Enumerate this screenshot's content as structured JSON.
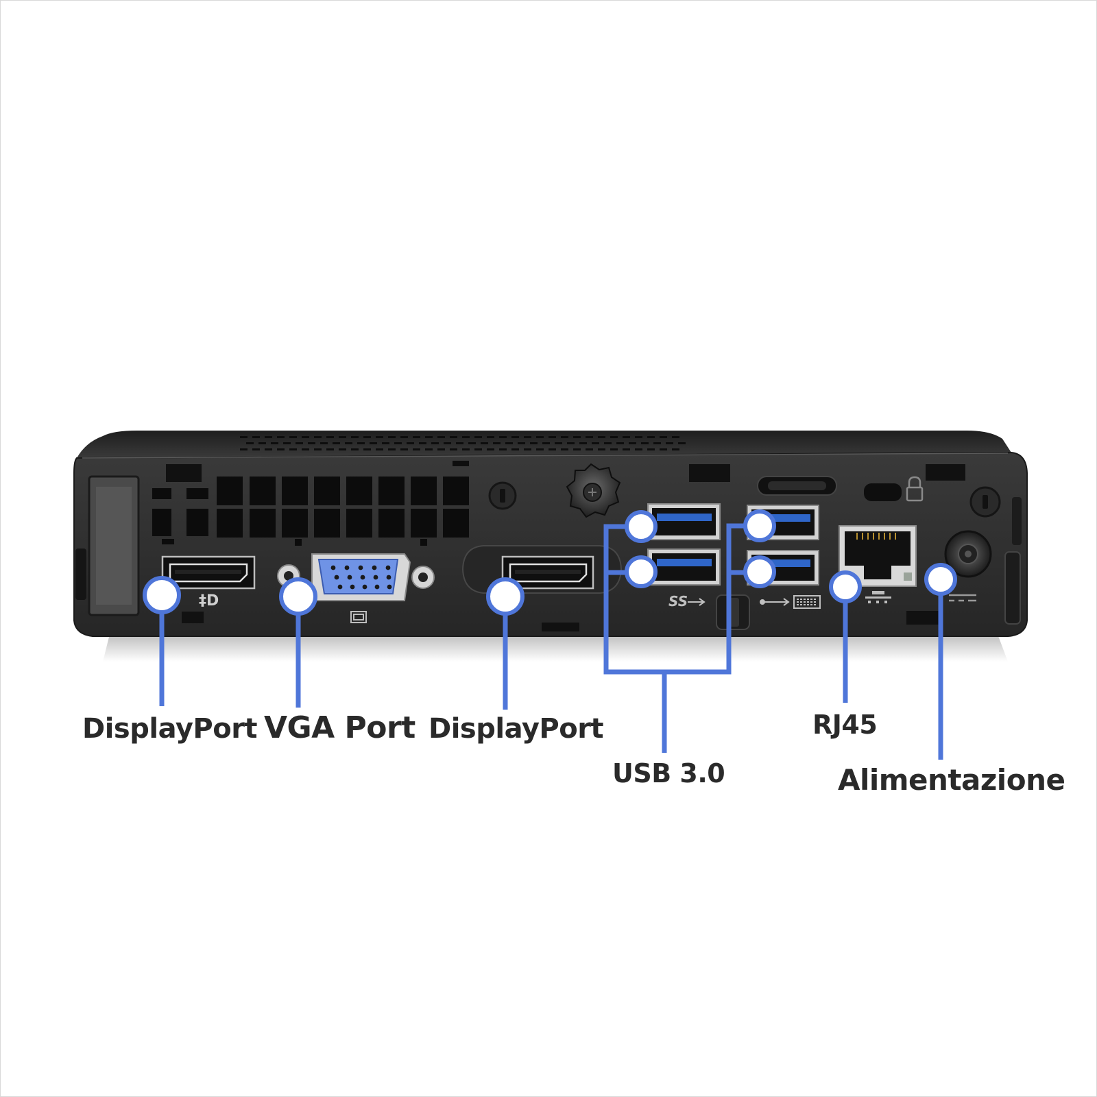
{
  "callouts": {
    "displayport_left": "DisplayPort",
    "vga": "VGA Port",
    "displayport_right": "DisplayPort",
    "usb": "USB 3.0",
    "rj45": "RJ45",
    "power": "Alimentazione"
  },
  "colors": {
    "callout_line": "#4f76d9",
    "usb_tongue": "#2f66c9",
    "vga_body": "#6f93e6",
    "chassis": "#2a2a2a",
    "label_text": "#2a2a2a"
  },
  "icons": {
    "displayport": "dp-icon",
    "monitor": "monitor-icon",
    "usb_superspeed": "ss-usb-icon",
    "usb_keyboard": "keyboard-icon",
    "network": "network-icon",
    "power": "dc-power-icon",
    "lock": "padlock-icon"
  }
}
